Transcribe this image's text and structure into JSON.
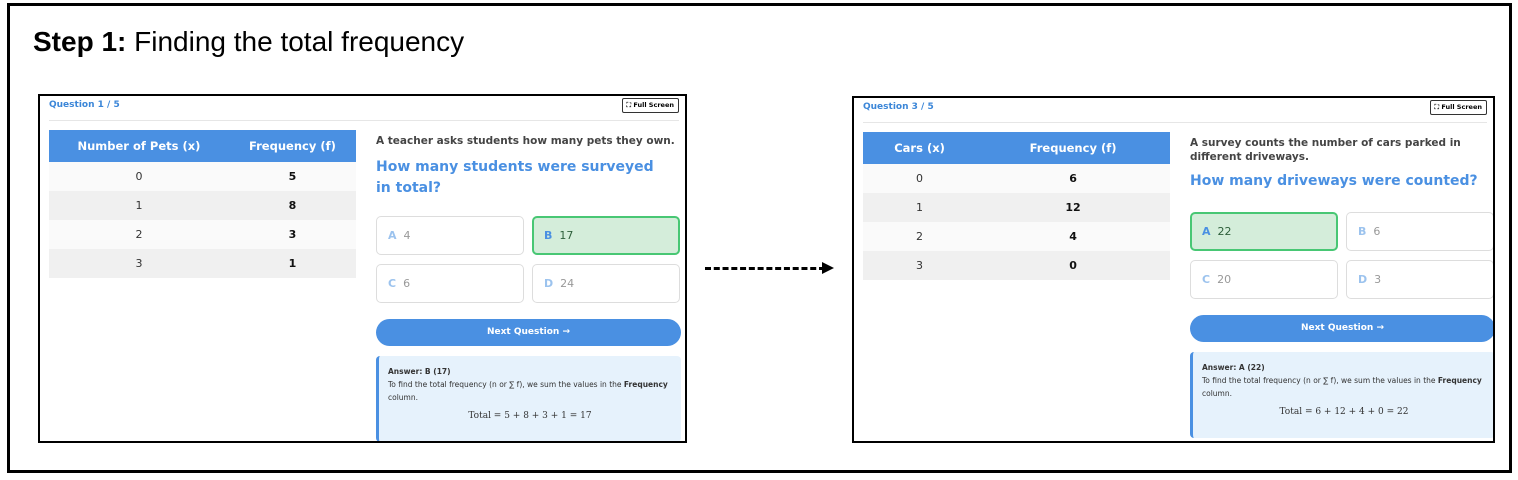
{
  "heading": {
    "step": "Step 1:",
    "text": " Finding the total frequency"
  },
  "panels": [
    {
      "question_label": "Question 1 / 5",
      "fullscreen_label": "⛶ Full Screen",
      "table": {
        "headers": [
          "Number of Pets (x)",
          "Frequency (f)"
        ],
        "rows": [
          [
            "0",
            "5"
          ],
          [
            "1",
            "8"
          ],
          [
            "2",
            "3"
          ],
          [
            "3",
            "1"
          ]
        ]
      },
      "context": "A teacher asks students how many pets they own.",
      "question": "How many students were surveyed in total?",
      "options": [
        {
          "letter": "A",
          "value": "4"
        },
        {
          "letter": "B",
          "value": "17"
        },
        {
          "letter": "C",
          "value": "6"
        },
        {
          "letter": "D",
          "value": "24"
        }
      ],
      "selected": "B",
      "next_label": "Next Question →",
      "answer": {
        "title": "Answer: B (17)",
        "text1": "To find the total frequency (n or ∑ f), we sum the values in the ",
        "bold": "Frequency",
        "text2": " column.",
        "equation": "Total = 5 + 8 + 3 + 1 = 17"
      }
    },
    {
      "question_label": "Question 3 / 5",
      "fullscreen_label": "⛶ Full Screen",
      "table": {
        "headers": [
          "Cars (x)",
          "Frequency (f)"
        ],
        "rows": [
          [
            "0",
            "6"
          ],
          [
            "1",
            "12"
          ],
          [
            "2",
            "4"
          ],
          [
            "3",
            "0"
          ]
        ]
      },
      "context": "A survey counts the number of cars parked in different driveways.",
      "question": "How many driveways were counted?",
      "options": [
        {
          "letter": "A",
          "value": "22"
        },
        {
          "letter": "B",
          "value": "6"
        },
        {
          "letter": "C",
          "value": "20"
        },
        {
          "letter": "D",
          "value": "3"
        }
      ],
      "selected": "A",
      "next_label": "Next Question →",
      "answer": {
        "title": "Answer: A (22)",
        "text1": "To find the total frequency (n or ∑ f), we sum the values in the ",
        "bold": "Frequency",
        "text2": " column.",
        "equation": "Total = 6 + 12 + 4 + 0 = 22"
      }
    }
  ],
  "colors": {
    "accent": "#4a90e2",
    "correct_bg": "#d4edda",
    "correct_border": "#48c774",
    "answer_bg": "#e6f2fc"
  }
}
